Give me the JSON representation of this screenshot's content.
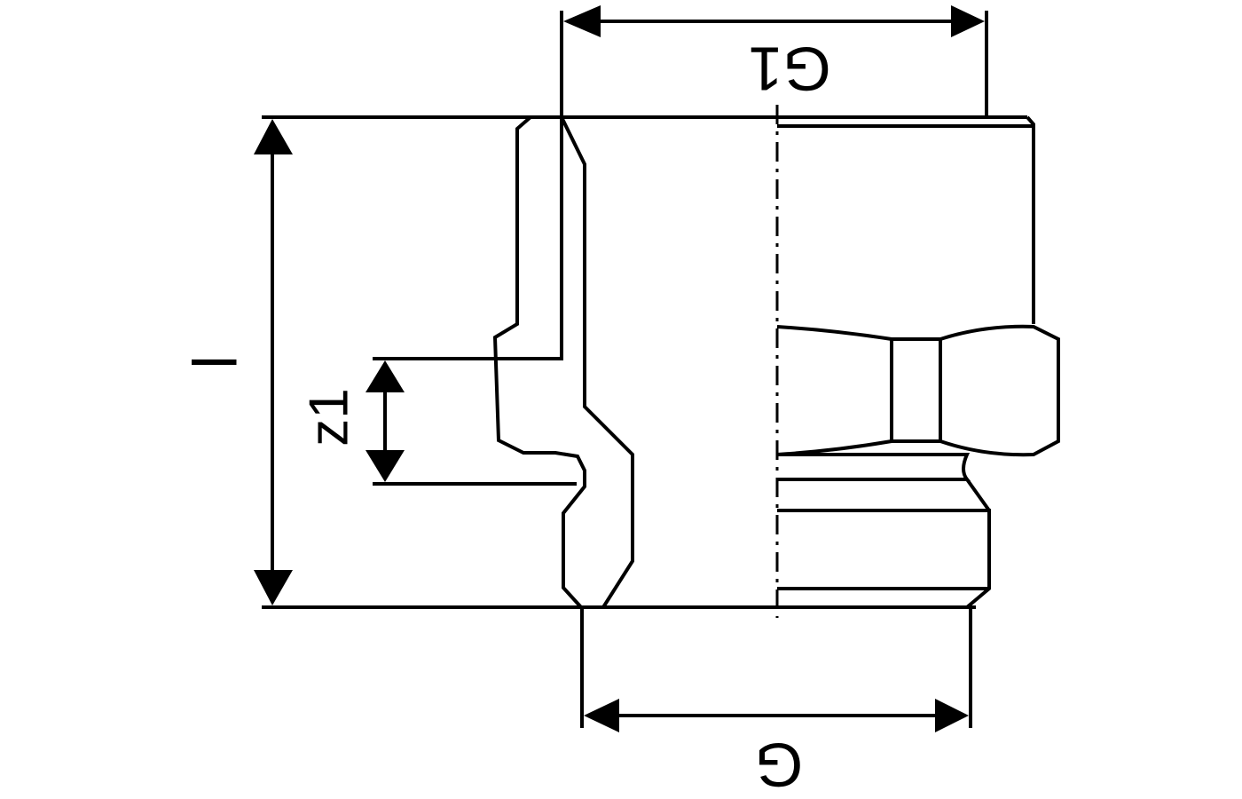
{
  "dimensions": {
    "G1": "G1",
    "G": "G",
    "l": "l",
    "z1": "z1"
  },
  "colors": {
    "line": "#000000",
    "background": "#ffffff"
  }
}
